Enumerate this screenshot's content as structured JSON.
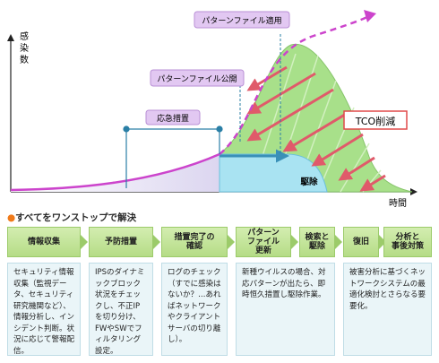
{
  "diagram": {
    "y_axis_label": "感\n染\n数",
    "x_axis_label": "時間",
    "labels": {
      "pattern_applied": "パターンファイル適用",
      "pattern_released": "パターンファイル公開",
      "emergency": "応急措置",
      "tco": "TCO削減",
      "removal": "駆除"
    },
    "colors": {
      "infection_curve": "#cc44cc",
      "label_fill": "#e2c8f2",
      "label_border": "#b98fd6",
      "tco_border": "#e04a4a",
      "arrows": "#e05a6a",
      "reduction_fill": "#a8e08a",
      "removal_fill": "#a9e3f2",
      "marker_line": "#2a7fa6"
    }
  },
  "steps": {
    "title_prefix": "●",
    "title": "すべてをワンストップで解決",
    "headers": [
      "情報収集",
      "予防措置",
      "措置完了の\n確認",
      "パターン\nファイル\n更新",
      "検索と\n駆除",
      "復旧",
      "分析と\n事後対策"
    ],
    "bodies": [
      "セキュリティ情報収集（監視データ、セキュリティ研究機関など）、情報分析し、インシデント判断。状況に応じて警報配信。",
      "IPSのダイナミックブロック状況をチェックし、不正IPを切り分け、FWやSWでフィルタリング設定。",
      "ログのチェック（すでに感染はないか？…あればネットワークやクライアントサーバの切り離し）。",
      "新種ウイルスの場合、対応パターンが出たら、即時恒久措置し駆除作業。",
      "被害分析に基づくネットワークシステムの最適化検討とさらなる要要化。"
    ]
  }
}
